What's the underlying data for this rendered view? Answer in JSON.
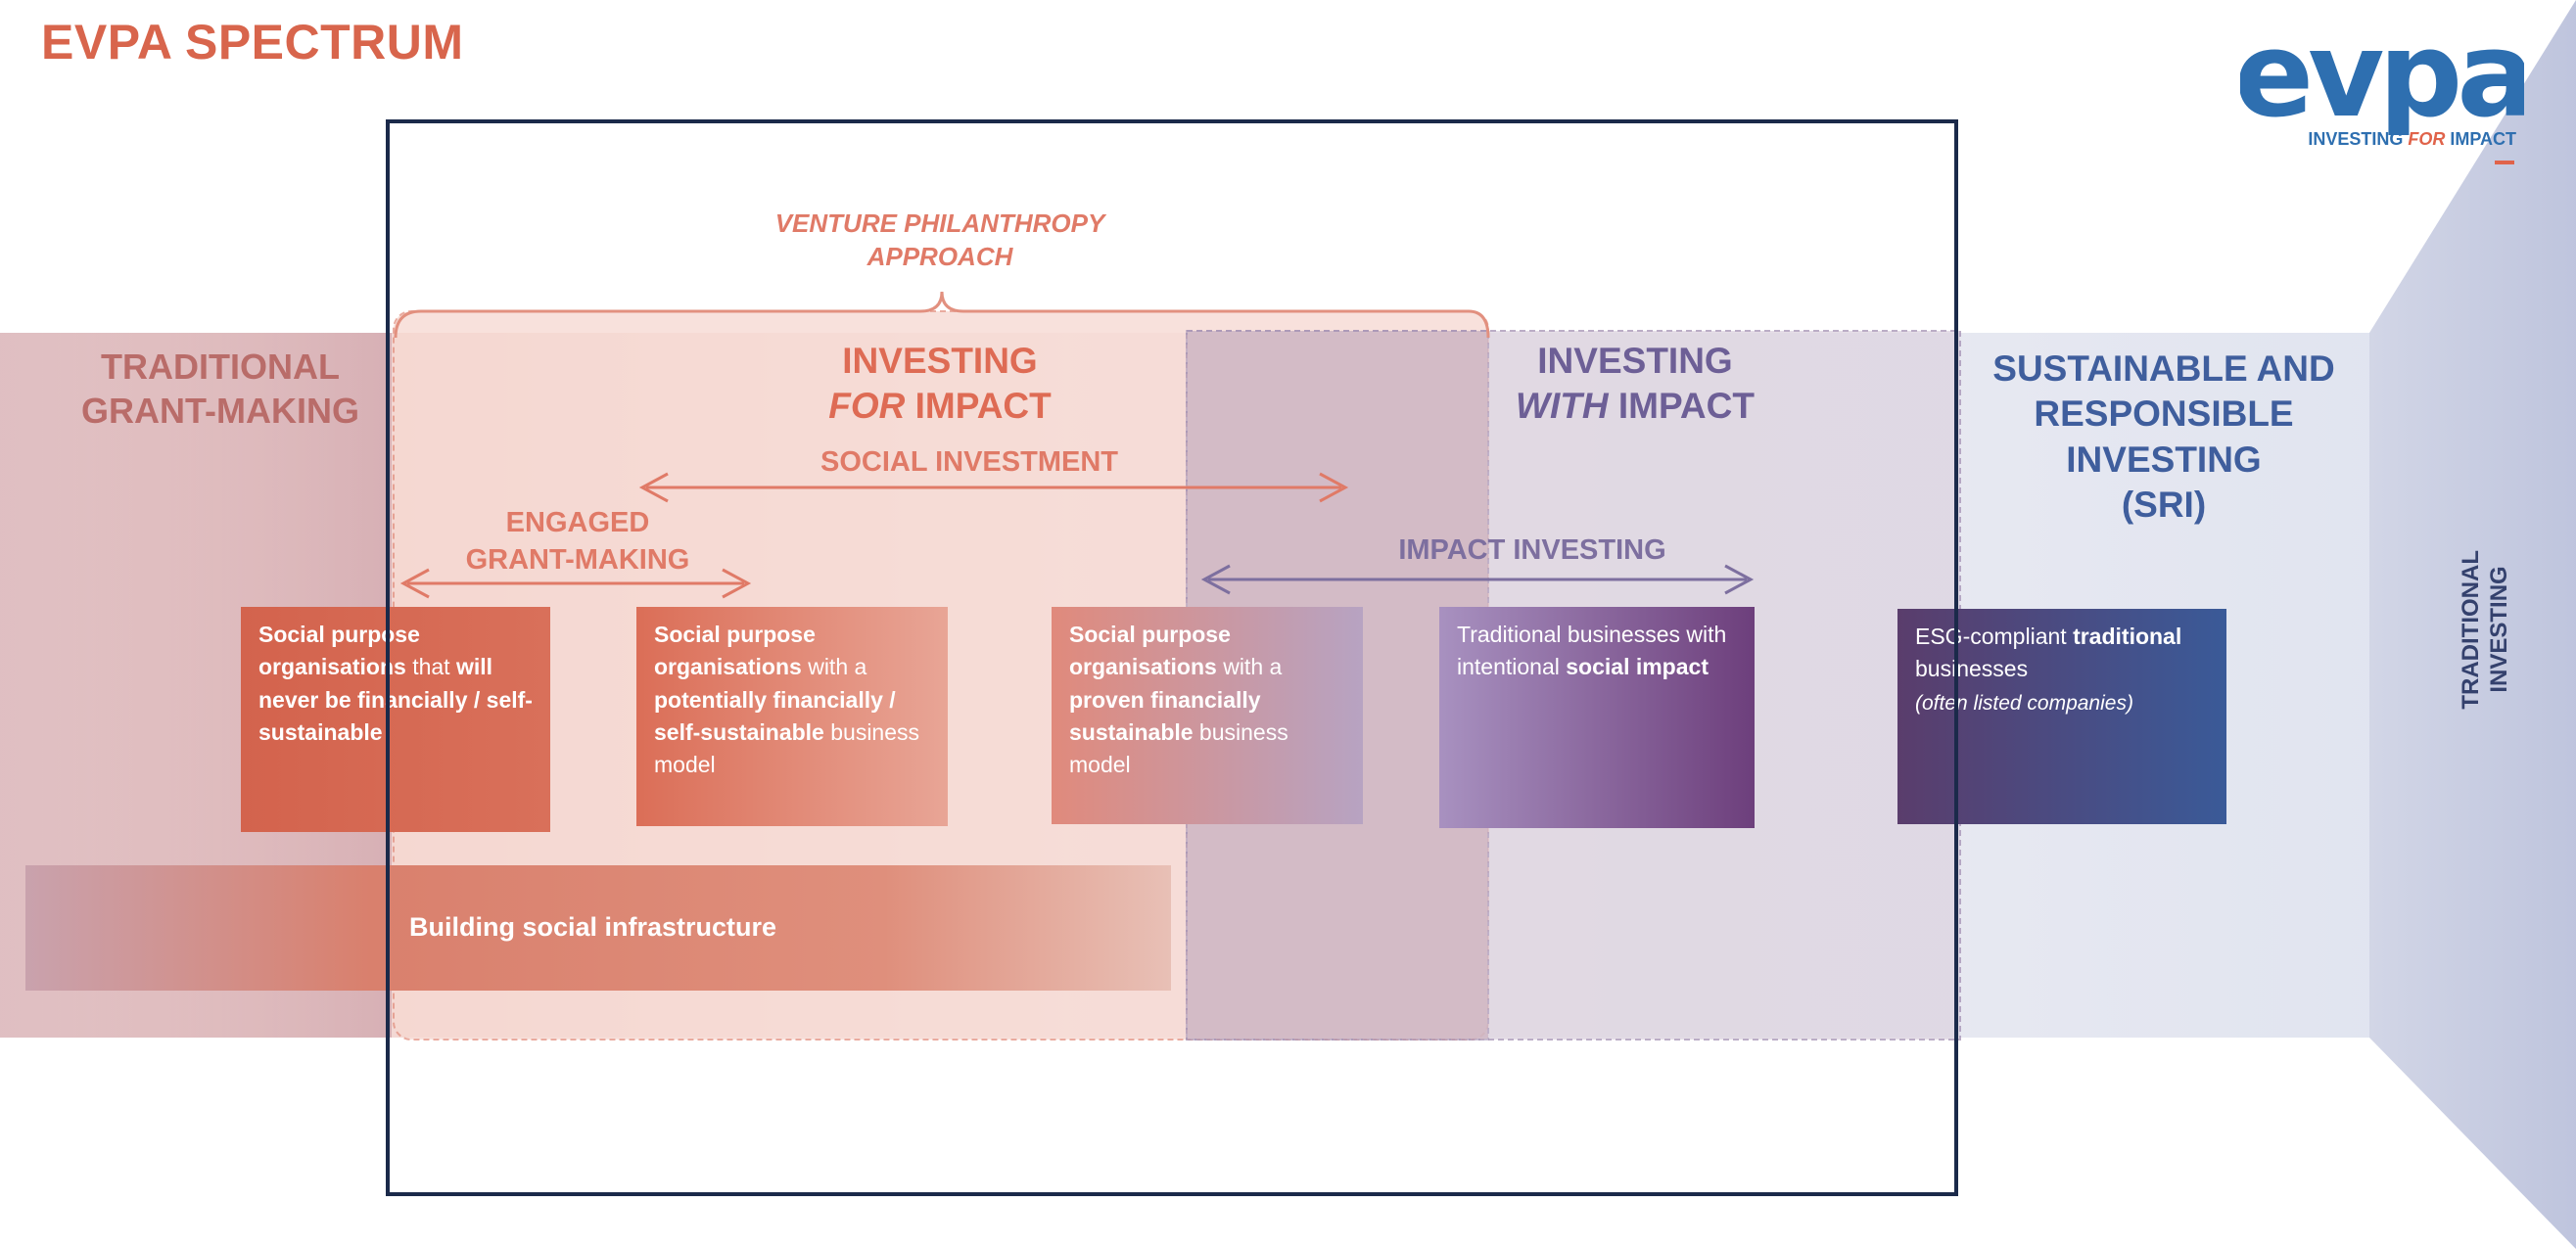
{
  "title": "EVPA SPECTRUM",
  "logo": {
    "wordmark": "evpa",
    "tagline_prefix": "INVESTING ",
    "tagline_emph": "FOR",
    "tagline_suffix": " IMPACT"
  },
  "venture_philanthropy": {
    "line1": "VENTURE PHILANTHROPY",
    "line2": "APPROACH"
  },
  "columns": {
    "traditional_grant_making": {
      "line1": "TRADITIONAL",
      "line2": "GRANT-MAKING"
    },
    "investing_for_impact": {
      "line1": "INVESTING",
      "line2_emph": "FOR",
      "line2_rest": " IMPACT"
    },
    "investing_with_impact": {
      "line1": "INVESTING",
      "line2_emph": "WITH",
      "line2_rest": " IMPACT"
    },
    "sri": {
      "line1": "SUSTAINABLE AND",
      "line2": "RESPONSIBLE",
      "line3": "INVESTING",
      "line4": "(SRI)"
    },
    "traditional_investing": {
      "line1": "TRADITIONAL",
      "line2": "INVESTING"
    }
  },
  "arrows": {
    "social_investment": "SOCIAL INVESTMENT",
    "engaged_grant_making": {
      "line1": "ENGAGED",
      "line2": "GRANT-MAKING"
    },
    "impact_investing": "IMPACT INVESTING"
  },
  "boxes": [
    {
      "bold1": "Social purpose organisations",
      "text1": " that ",
      "bold2": "will never be financially / self-sustainable",
      "text2": ""
    },
    {
      "bold1": "Social purpose organisations",
      "text1": " with a ",
      "bold2": "potentially financially / self-sustainable",
      "text2": " business model"
    },
    {
      "bold1": "Social purpose organisations",
      "text1": " with a ",
      "bold2": "proven financially sustainable",
      "text2": " business model"
    },
    {
      "text0": "Traditional businesses with intentional ",
      "bold1": "social impact"
    },
    {
      "text0": "ESG-compliant ",
      "bold1": "traditional",
      "text1": " businesses",
      "italic": "(often listed companies)"
    }
  ],
  "infrastructure": "Building social infrastructure",
  "colors": {
    "red": "#de6b54",
    "purple": "#6d5f96",
    "navy": "#34416d",
    "frame": "#1b2a4a"
  }
}
